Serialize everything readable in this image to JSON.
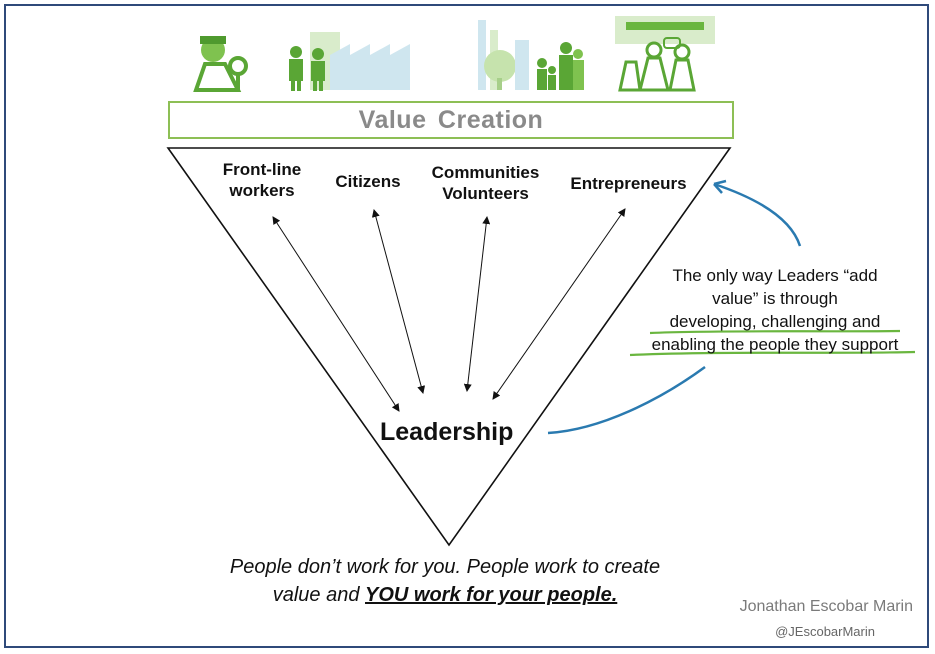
{
  "banner": {
    "title": "Value Creation"
  },
  "groups": [
    {
      "lines": [
        "Front-line",
        "workers"
      ]
    },
    {
      "lines": [
        "Citizens"
      ]
    },
    {
      "lines": [
        "Communities",
        "Volunteers"
      ]
    },
    {
      "lines": [
        "Entrepreneurs"
      ]
    }
  ],
  "center": {
    "label": "Leadership"
  },
  "note": {
    "lines": [
      "The only way Leaders “add",
      "value” is through",
      "developing, challenging and",
      "enabling the people they support"
    ]
  },
  "footer": {
    "line1": "People don’t work for you. People work to create",
    "line2_plain": "value and ",
    "line2_strong": "YOU work for your people."
  },
  "credit": {
    "author": "Jonathan Escobar Marin",
    "handle": "@JEscobarMarin"
  },
  "colors": {
    "green": "#6ab63f",
    "light_green": "#b9dd95",
    "blue": "#2a7ab0",
    "border": "#2f4a7a"
  },
  "icons": [
    "worker-icon",
    "factory-icon",
    "family-icon",
    "meeting-icon"
  ]
}
